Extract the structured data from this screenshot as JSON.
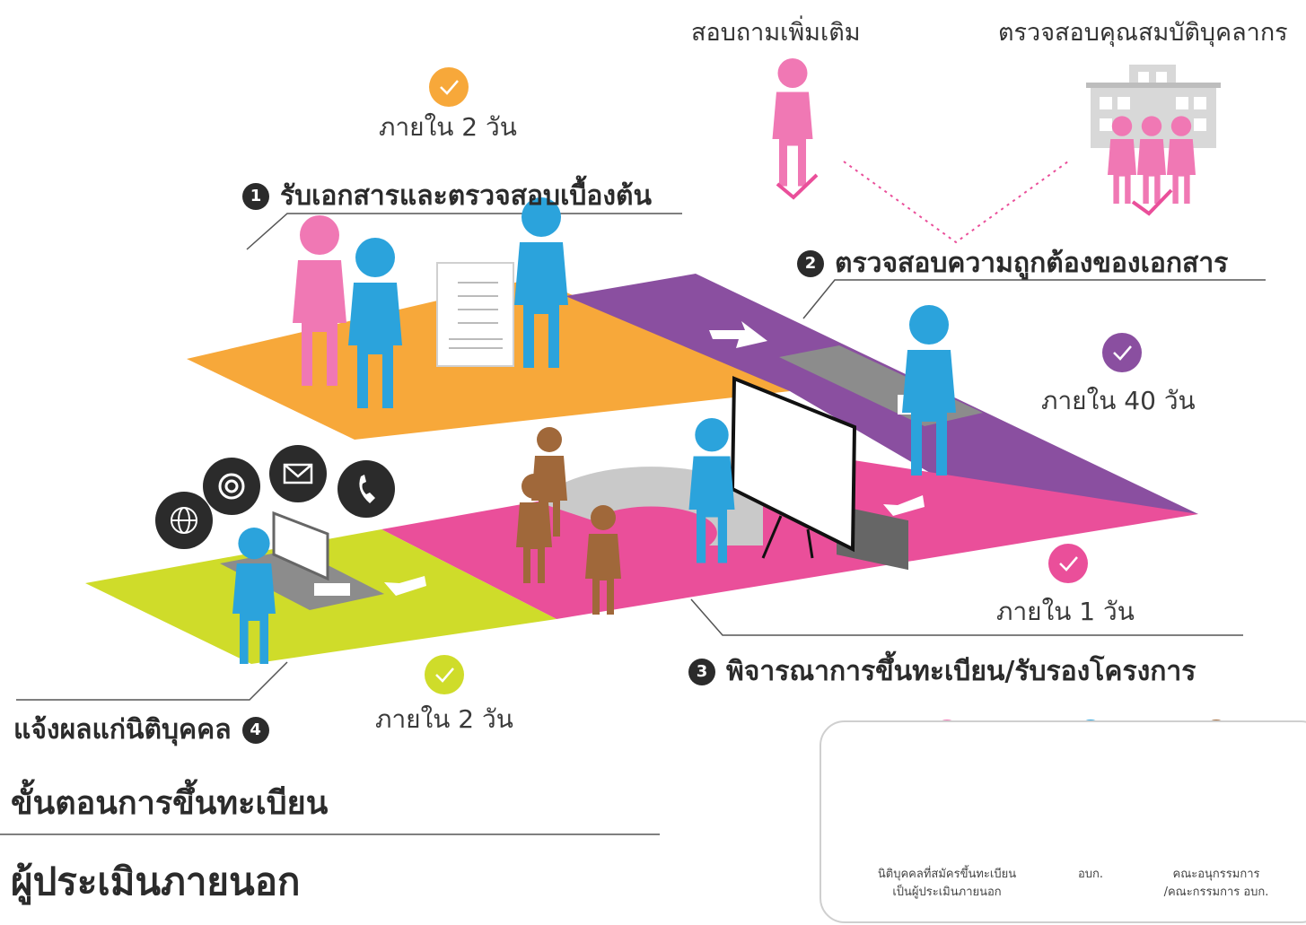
{
  "title": {
    "line1": "ขั้นตอนการขึ้นทะเบียน",
    "line2": "ผู้ประเมินภายนอก"
  },
  "top_labels": {
    "inquire": "สอบถามเพิ่มเติม",
    "verify_personnel": "ตรวจสอบคุณสมบัติบุคลากร"
  },
  "steps": [
    {
      "number": "1",
      "title": "รับเอกสารและตรวจสอบเบื้องต้น",
      "duration": "ภายใน 2 วัน",
      "color": "#f7a83a"
    },
    {
      "number": "2",
      "title": "ตรวจสอบความถูกต้องของเอกสาร",
      "duration": "ภายใน 40 วัน",
      "color": "#8a4fa0"
    },
    {
      "number": "3",
      "title": "พิจารณาการขึ้นทะเบียน/รับรองโครงการ",
      "duration": "ภายใน 1 วัน",
      "color": "#ea4f9a"
    },
    {
      "number": "4",
      "title": "แจ้งผลแก่นิติบุคคล",
      "duration": "ภายใน 2 วัน",
      "color": "#cfdc2a"
    }
  ],
  "legend": [
    {
      "line1": "นิติบุคคลที่สมัครขึ้นทะเบียน",
      "line2": "เป็นผู้ประเมินภายนอก",
      "color": "#f078b4"
    },
    {
      "line1": "อบก.",
      "line2": "",
      "color": "#2ba3dc"
    },
    {
      "line1": "คณะอนุกรรมการ",
      "line2": "/คณะกรรมการ อบก.",
      "color": "#a0683a"
    }
  ],
  "colors": {
    "applicant": "#f078b4",
    "tgo_staff": "#2ba3dc",
    "committee": "#a0683a",
    "verify_pink": "#ea4f9a",
    "text_dark": "#2b2b2b"
  },
  "icons": [
    "clock-icon",
    "at-icon",
    "mail-icon",
    "phone-icon",
    "globe-icon",
    "building-icon",
    "whiteboard-icon",
    "computer-icon",
    "document-icon"
  ]
}
